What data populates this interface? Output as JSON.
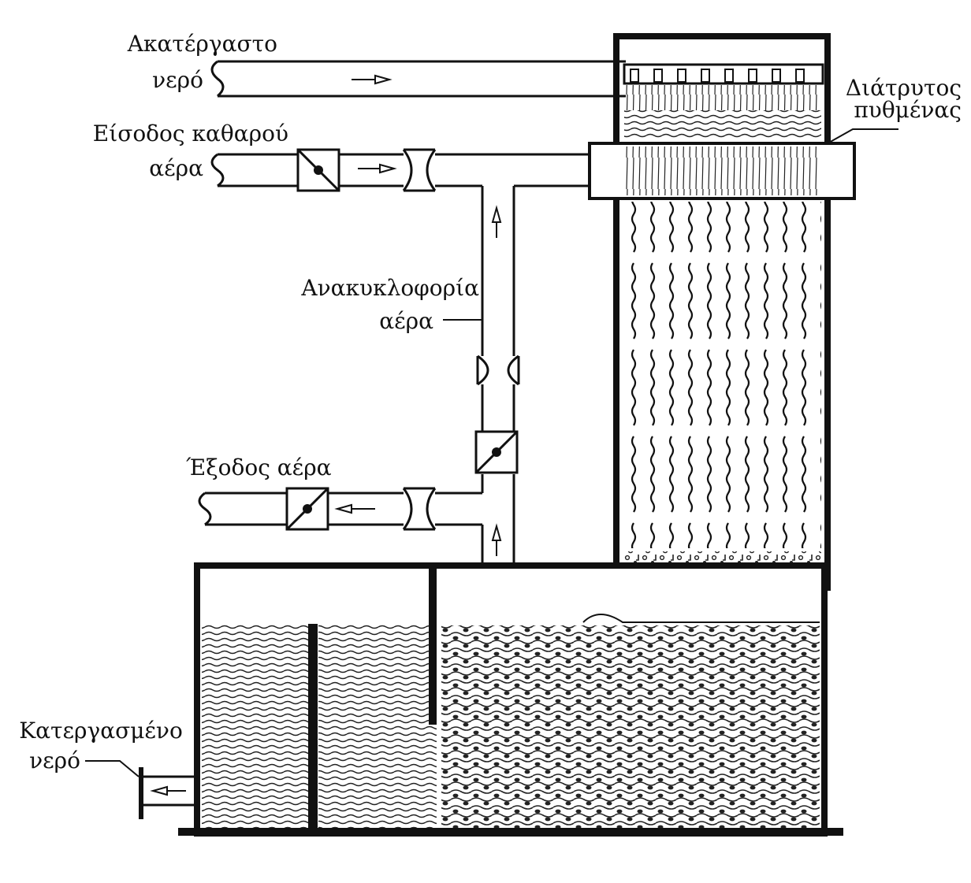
{
  "labels": {
    "raw_water_1": "Ακατέργαστο",
    "raw_water_2": "νερό",
    "clean_air_1": "Είσοδος καθαρού",
    "clean_air_2": "αέρα",
    "perforated_1": "Διάτρυτος",
    "perforated_2": "πυθμένας",
    "recirc_1": "Ανακυκλοφορία",
    "recirc_2": "αέρα",
    "air_out": "Έξοδος αέρα",
    "treated_1": "Κατεργασμένο",
    "treated_2": "νερό"
  },
  "colors": {
    "line": "#111111",
    "fill": "#ffffff",
    "water": "#333333"
  }
}
